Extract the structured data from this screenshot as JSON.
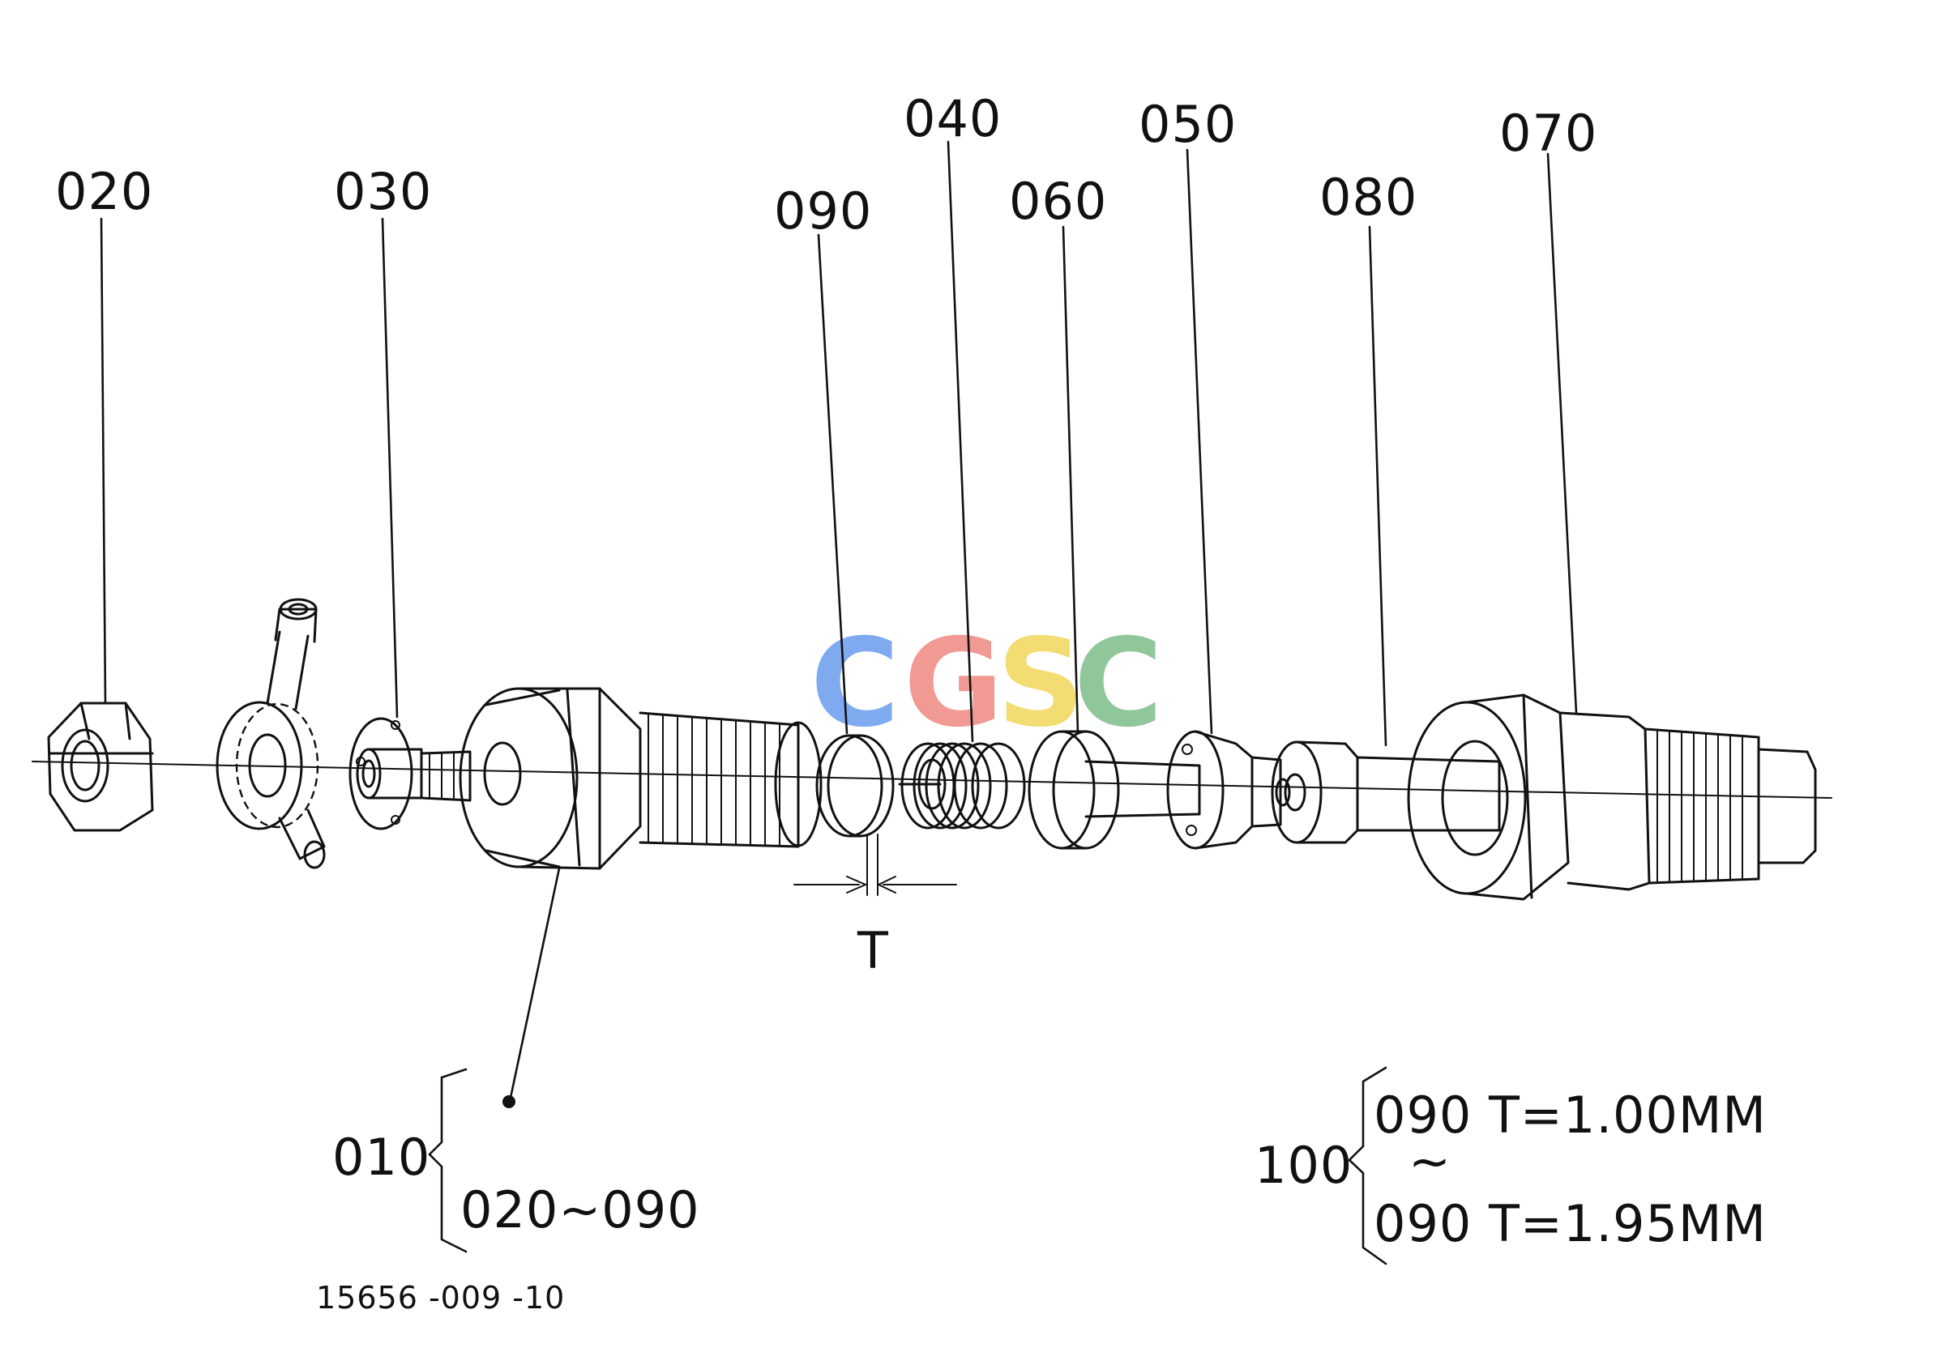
{
  "callouts": {
    "c020": "020",
    "c030": "030",
    "c090": "090",
    "c040": "040",
    "c060": "060",
    "c050": "050",
    "c080": "080",
    "c070": "070"
  },
  "dimension": {
    "symbol": "T"
  },
  "assembly": {
    "number": "010",
    "range": "020~090"
  },
  "shim_kit": {
    "number": "100",
    "line1": "090 T=1.00MM",
    "tilde": "~",
    "line2": "090 T=1.95MM"
  },
  "drawing_number": "15656 -009 -10",
  "watermark": {
    "letters": [
      "C",
      "G",
      "S",
      "C"
    ],
    "colors": [
      "#7faaf0",
      "#f19a93",
      "#f3dc72",
      "#8fc79a"
    ]
  }
}
